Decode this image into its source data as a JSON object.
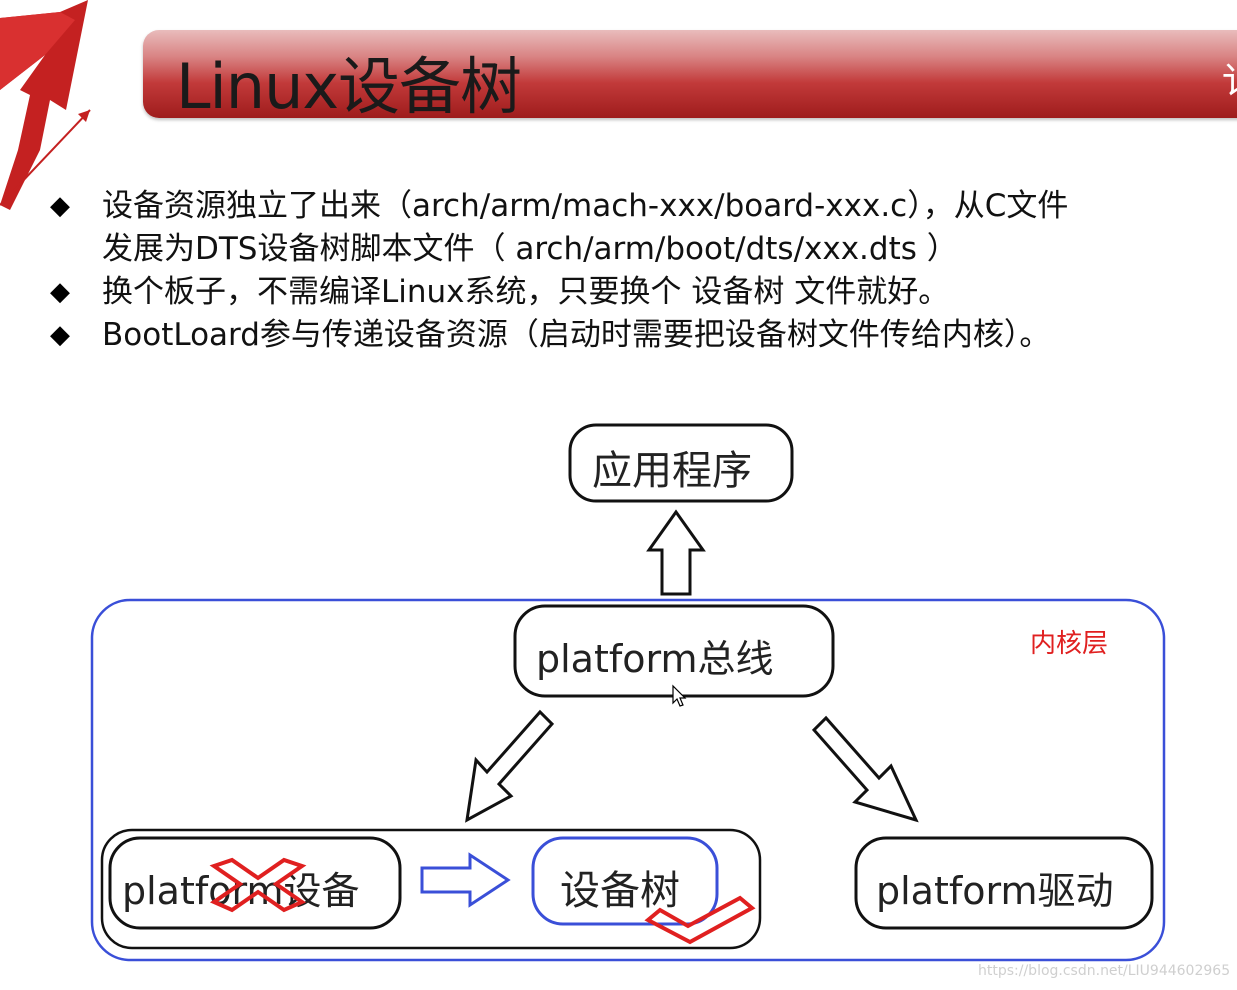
{
  "title": "Linux设备树",
  "title_edge_char": "讠",
  "bullets": [
    "设备资源独立了出来（arch/arm/mach-xxx/board-xxx.c），从C文件",
    "发展为DTS设备树脚本文件（ arch/arm/boot/dts/xxx.dts ）",
    "换个板子，不需编译Linux系统，只要换个 设备树 文件就好。",
    "BootLoard参与传递设备资源（启动时需要把设备树文件传给内核）。"
  ],
  "diagram": {
    "app": "应用程序",
    "bus": "platform总线",
    "kernel_layer": "内核层",
    "device": "platform设备",
    "device_tree": "设备树",
    "driver": "platform驱动"
  },
  "watermark": "https://blog.csdn.net/LIU944602965",
  "colors": {
    "title_red": "#b52626",
    "kernel_border": "#3a4fd8",
    "kernel_label": "#e02020",
    "mark_red": "#e02020",
    "arrow_blue": "#3a4fd8"
  }
}
